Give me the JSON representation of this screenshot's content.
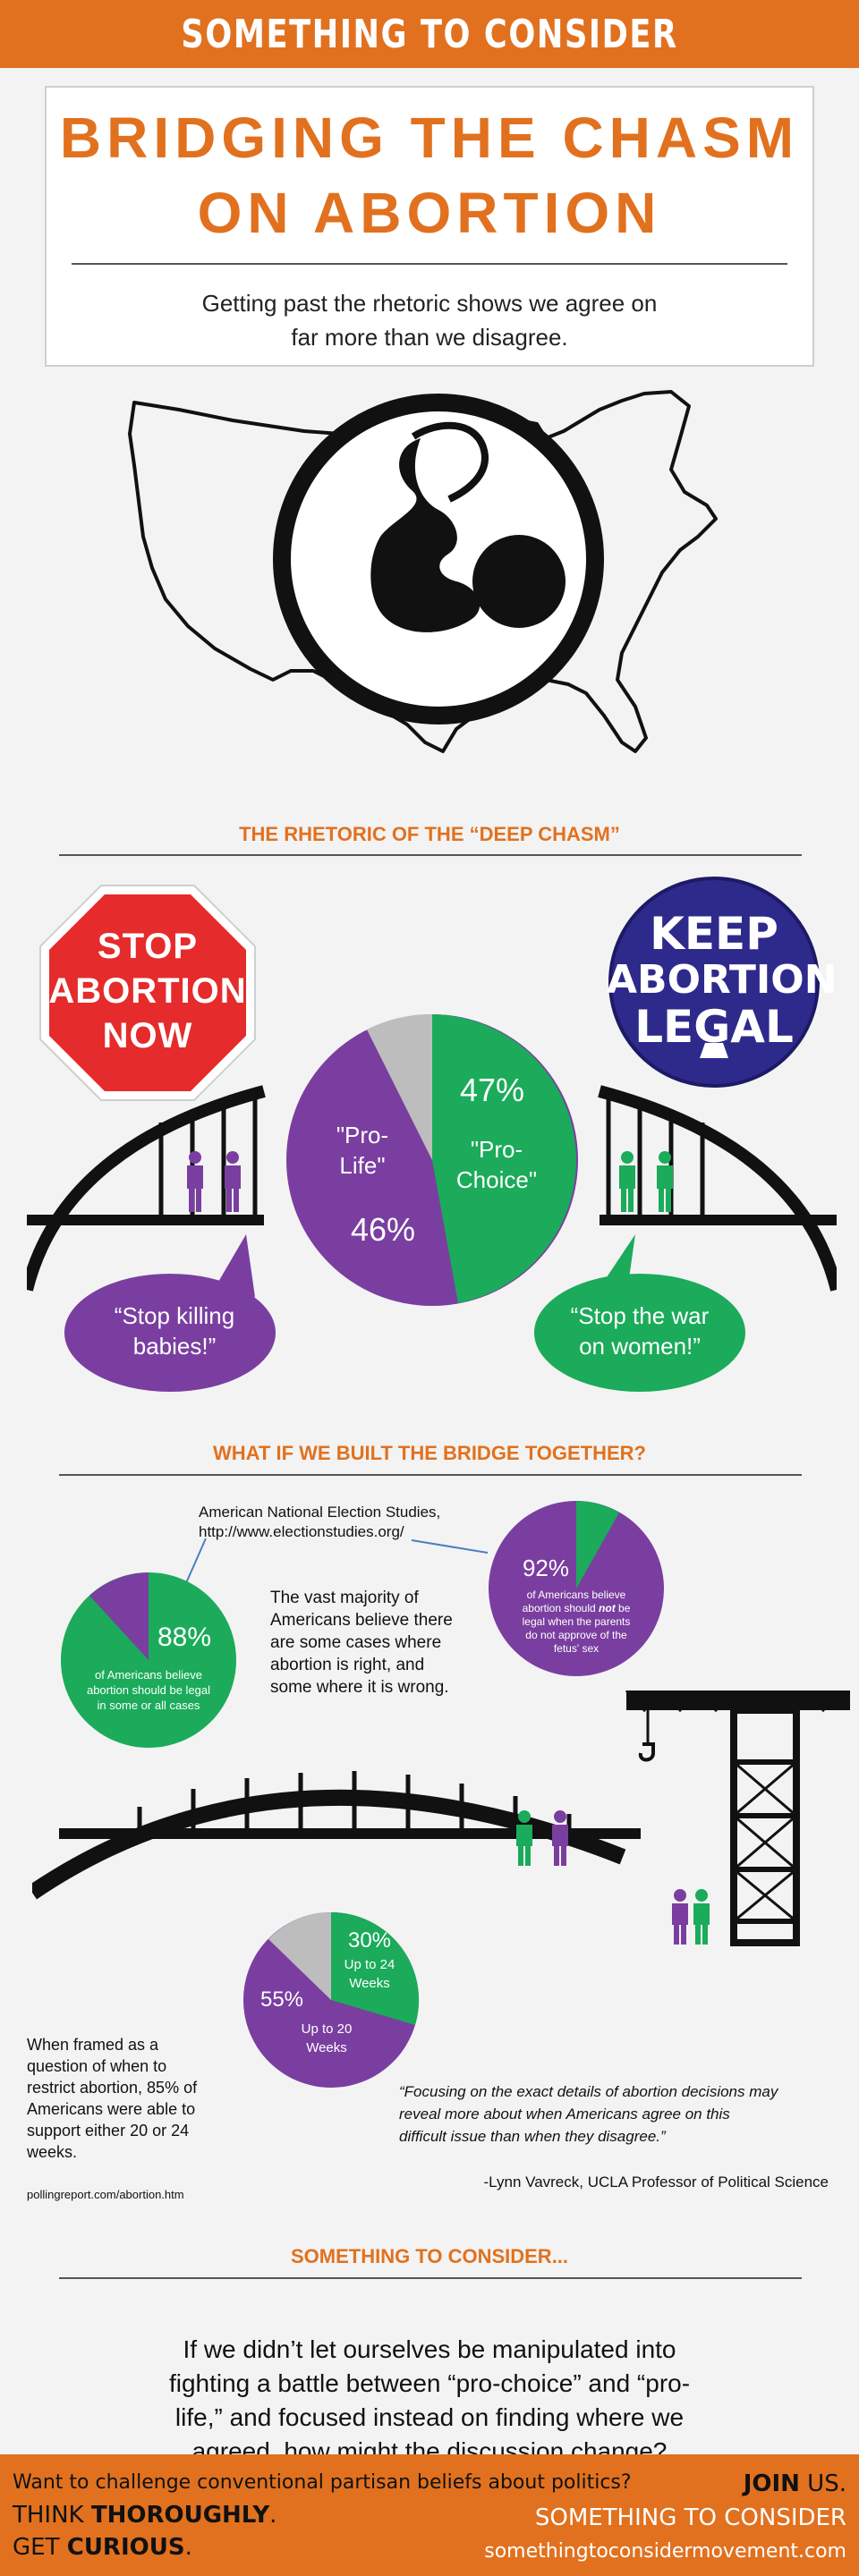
{
  "header": {
    "brand": "SOMETHING TO CONSIDER"
  },
  "title": {
    "line1": "BRIDGING THE CHASM",
    "line2": "ON ABORTION",
    "subtitle_line1": "Getting past the rhetoric shows we agree on",
    "subtitle_line2": "far more than we disagree."
  },
  "section1": {
    "heading": "THE RHETORIC OF THE “DEEP CHASM”",
    "stop_sign": [
      "STOP",
      "ABORTION",
      "NOW"
    ],
    "keep_sign": [
      "KEEP",
      "ABORTION",
      "LEGAL"
    ],
    "pie": {
      "pro_choice_pct": "47%",
      "pro_choice_label_1": "\"Pro-",
      "pro_choice_label_2": "Choice\"",
      "pro_life_pct": "46%",
      "pro_life_label_1": "\"Pro-",
      "pro_life_label_2": "Life\""
    },
    "bubble_left_1": "“Stop killing",
    "bubble_left_2": "babies!”",
    "bubble_right_1": "“Stop the war",
    "bubble_right_2": "on women!”"
  },
  "section2": {
    "heading": "WHAT IF WE BUILT THE BRIDGE TOGETHER?",
    "source1_line1": "American National Election Studies,",
    "source1_line2": "http://www.electionstudies.org/",
    "pie88": {
      "pct": "88%",
      "desc_1": "of Americans believe",
      "desc_2": "abortion should be legal",
      "desc_3": "in some or all cases"
    },
    "majority_text": [
      "The vast majority of",
      "Americans believe there",
      "are some cases where",
      "abortion is right, and",
      "some where it is wrong."
    ],
    "pie92": {
      "pct": "92%",
      "desc_1": "of Americans believe",
      "desc_2a": "abortion should ",
      "desc_2b": "not",
      "desc_2c": " be",
      "desc_3": "legal when the parents",
      "desc_4": "do not approve of the",
      "desc_5": "fetus' sex"
    },
    "pie_weeks": {
      "pct30": "30%",
      "label30_1": "Up to 24",
      "label30_2": "Weeks",
      "pct55": "55%",
      "label55_1": "Up to 20",
      "label55_2": "Weeks"
    },
    "framed_text": [
      "When framed as a",
      "question of when to",
      "restrict abortion, 85% of",
      "Americans were able to",
      "support either 20 or 24",
      "weeks."
    ],
    "source2": "pollingreport.com/abortion.htm",
    "quote_lines": [
      "“Focusing on the exact details of abortion decisions may",
      "reveal more about when Americans agree on this",
      "difficult issue than when they disagree.”"
    ],
    "quote_attr": "-Lynn Vavreck, UCLA Professor of Political Science"
  },
  "section3": {
    "heading": "SOMETHING TO CONSIDER...",
    "body_lines": [
      "If we didn’t let ourselves be manipulated into",
      "fighting a battle between “pro-choice” and “pro-",
      "life,” and focused instead on finding where we",
      "agreed, how might the discussion change?"
    ]
  },
  "footer": {
    "left_line1": "Want to challenge conventional partisan beliefs about politics?",
    "left_line2a": "THINK ",
    "left_line2b": "THOROUGHLY",
    "left_line2c": ".",
    "left_line3a": "GET ",
    "left_line3b": "CURIOUS",
    "left_line3c": ".",
    "right_line1a": "JOIN",
    "right_line1b": " US.",
    "right_line2": "SOMETHING TO CONSIDER",
    "right_line3": "somethingtoconsidermovement.com"
  },
  "colors": {
    "orange": "#e1711f",
    "purple": "#7a3ea0",
    "green": "#1bab5a",
    "gray": "#bdbdbd",
    "red": "#e52b2b",
    "navy": "#2e2a8c"
  }
}
